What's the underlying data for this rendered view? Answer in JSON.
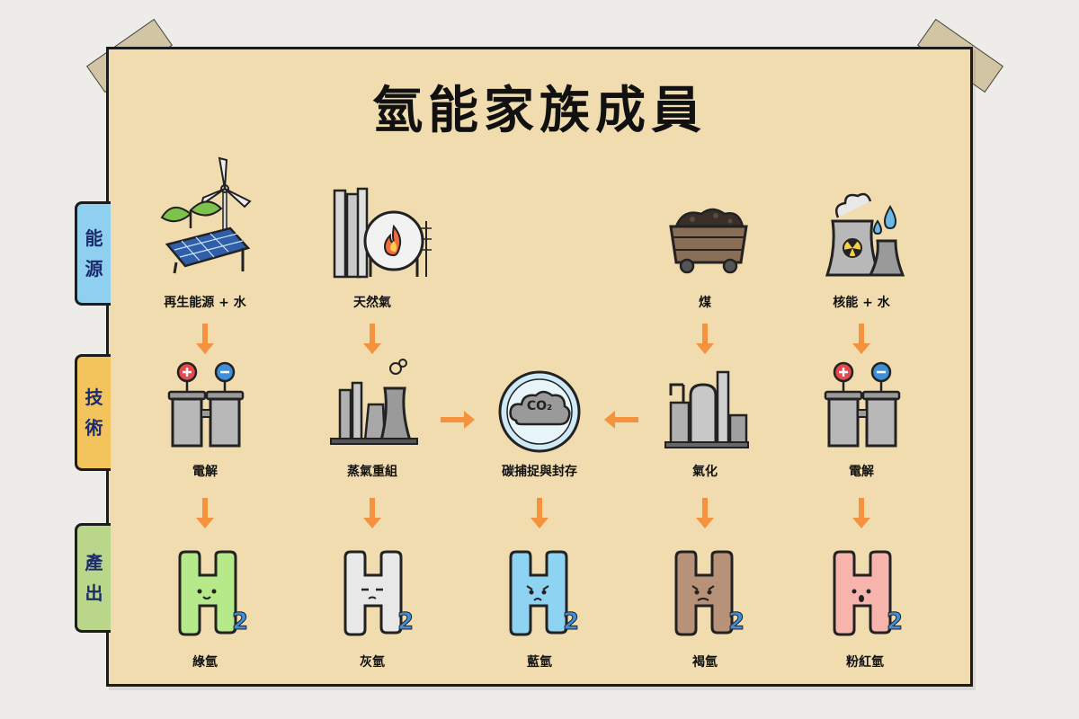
{
  "title": "氫能家族成員",
  "tabs": {
    "energy": [
      "能",
      "源"
    ],
    "technology": [
      "技",
      "術"
    ],
    "output": [
      "產",
      "出"
    ]
  },
  "sources": {
    "renewable": "再生能源 + 水",
    "natural_gas": "天然氣",
    "coal": "煤",
    "nuclear": "核能 + 水"
  },
  "technologies": {
    "electrolysis_left": "電解",
    "steam_reforming": "蒸氣重組",
    "ccs": "碳捕捉與封存",
    "gasification": "氣化",
    "electrolysis_right": "電解"
  },
  "ccs_icon_text": "CO₂",
  "h2_text": "H₂",
  "outputs": {
    "green": "綠氫",
    "grey": "灰氫",
    "blue": "藍氫",
    "brown": "褐氫",
    "pink": "粉紅氫"
  },
  "colors": {
    "paper": "#f0dcae",
    "arrow": "#f5923e",
    "tab_energy": "#8fd0f0",
    "tab_technology": "#f4c45c",
    "tab_output": "#b9d68a",
    "green_h2": "#b6e98a",
    "grey_h2": "#e8e8e8",
    "blue_h2": "#8ed4f2",
    "brown_h2": "#b89278",
    "pink_h2": "#f6b4ad"
  }
}
